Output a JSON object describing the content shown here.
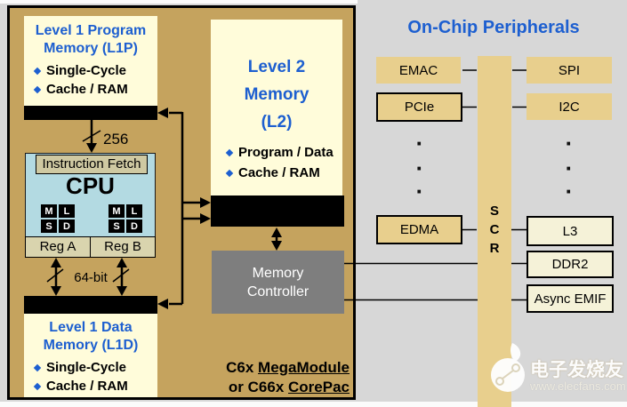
{
  "on_chip_title": "On-Chip Peripherals",
  "l1p": {
    "title1": "Level 1 Program",
    "title2": "Memory (L1P)",
    "bullets": [
      "Single-Cycle",
      "Cache / RAM"
    ]
  },
  "l2": {
    "title1": "Level 2",
    "title2": "Memory",
    "title3": "(L2)",
    "bullets": [
      "Program / Data",
      "Cache / RAM"
    ]
  },
  "l1d": {
    "title1": "Level 1 Data",
    "title2": "Memory (L1D)",
    "bullets": [
      "Single-Cycle",
      "Cache / RAM"
    ]
  },
  "cpu": {
    "label": "CPU",
    "instruction_fetch": "Instruction Fetch",
    "reg_a": "Reg A",
    "reg_b": "Reg B",
    "units": [
      "M",
      "L",
      "S",
      "D"
    ]
  },
  "memory_controller": {
    "line1": "Memory",
    "line2": "Controller"
  },
  "buses": {
    "program": "256",
    "data": "64-bit"
  },
  "caption": {
    "l1_plain": "C6x ",
    "l1_u": "MegaModule",
    "l2_plain": "or C66x ",
    "l2_u": "CorePac"
  },
  "peripherals": {
    "emac": "EMAC",
    "spi": "SPI",
    "pcie": "PCIe",
    "i2c": "I2C",
    "edma": "EDMA",
    "l3": "L3",
    "ddr2": "DDR2",
    "async_emif": "Async EMIF",
    "scr": [
      "S",
      "C",
      "R"
    ]
  },
  "ellipsis": [
    "·",
    "·",
    "·"
  ],
  "watermark": {
    "brand": "电子发烧友",
    "url": "www.elecfans.com"
  },
  "colors": {
    "blue": "#1d5fd0",
    "tan": "#c5a35e",
    "tan_light": "#e8cf8d",
    "cream": "#fffcda",
    "pale": "#f5f2d8",
    "cpu_cyan": "#b3dae2",
    "mc_gray": "#7e7e7e",
    "bg_gray": "#d7d7d7"
  }
}
